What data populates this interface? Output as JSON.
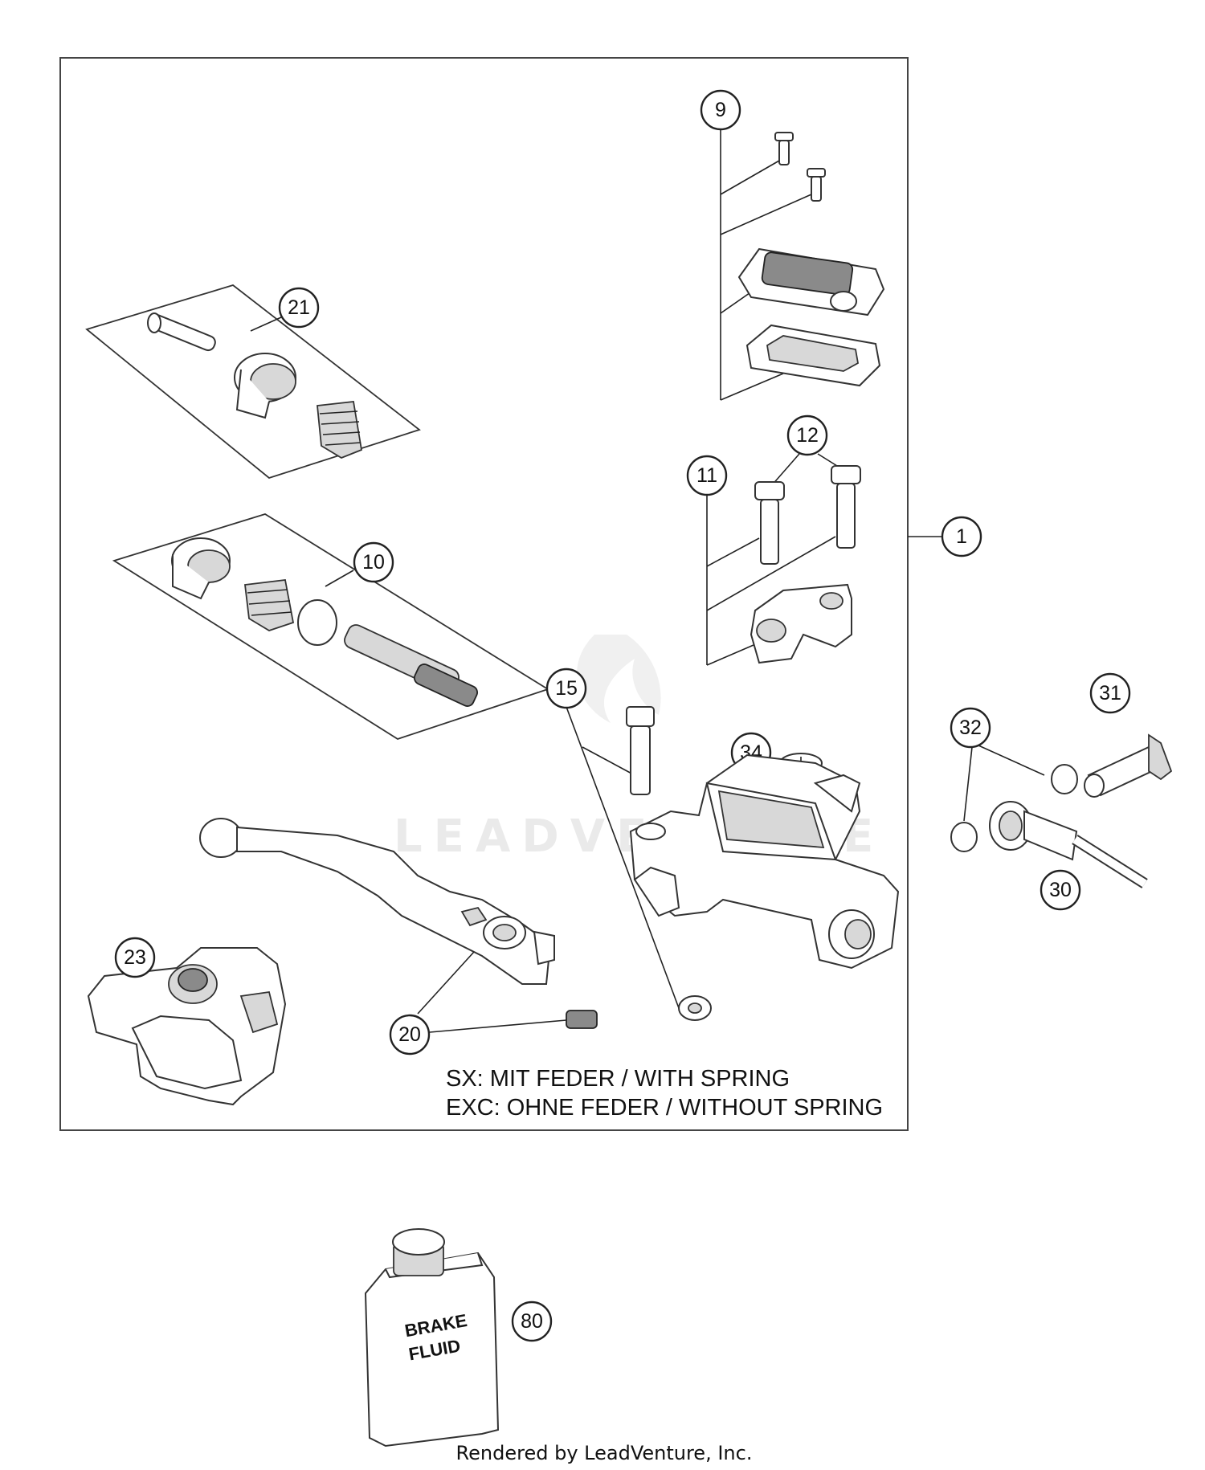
{
  "callouts": {
    "c1": "1",
    "c9": "9",
    "c10": "10",
    "c11": "11",
    "c12": "12",
    "c15": "15",
    "c20": "20",
    "c21": "21",
    "c23": "23",
    "c30": "30",
    "c31": "31",
    "c32": "32",
    "c34": "34",
    "c80": "80"
  },
  "note": {
    "line1": "SX: MIT FEDER / WITH SPRING",
    "line2": "EXC: OHNE FEDER / WITHOUT SPRING"
  },
  "fluid_label": {
    "line1": "BRAKE",
    "line2": "FLUID"
  },
  "watermark": "LEADVENTURE",
  "footer": "Rendered by LeadVenture, Inc."
}
